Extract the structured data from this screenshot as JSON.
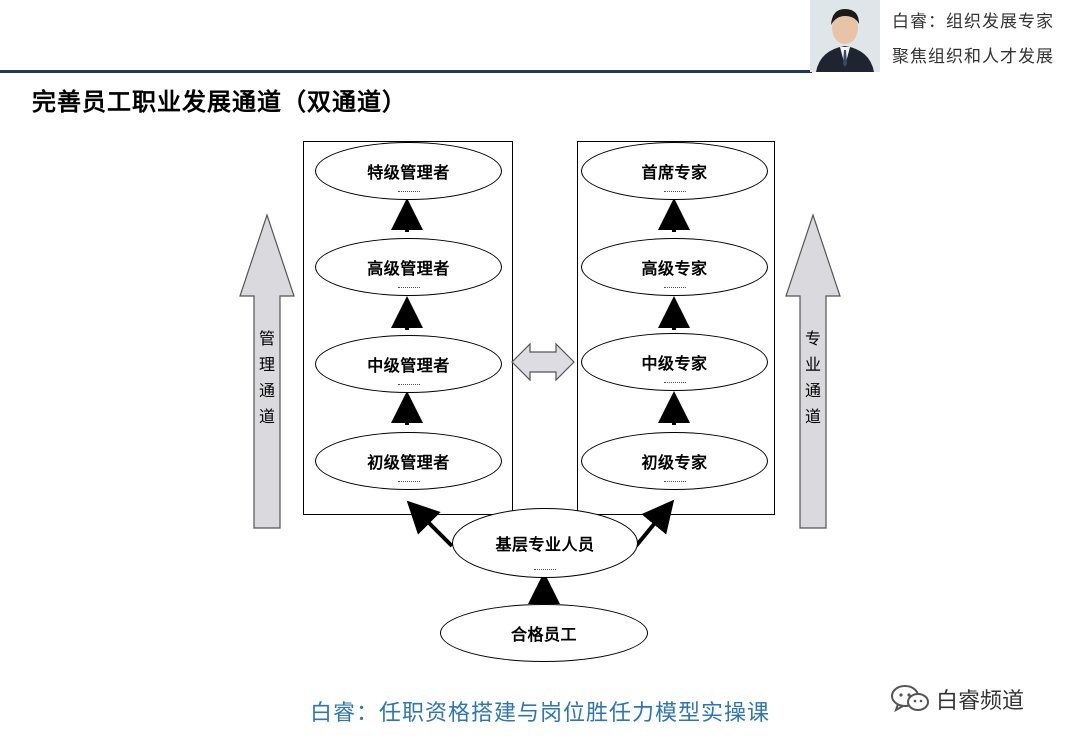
{
  "header": {
    "author_line1": "白睿：组织发展专家",
    "author_line2": "聚焦组织和人才发展"
  },
  "page_title": "完善员工职业发展通道（双通道）",
  "diagram": {
    "management_track": {
      "label": "管理通道",
      "levels": [
        "特级管理者",
        "高级管理者",
        "中级管理者",
        "初级管理者"
      ]
    },
    "professional_track": {
      "label": "专业通道",
      "levels": [
        "首席专家",
        "高级专家",
        "中级专家",
        "初级专家"
      ]
    },
    "base_level": "基层专业人员",
    "entry_level": "合格员工"
  },
  "footer": {
    "course_title": "白睿：任职资格搭建与岗位胜任力模型实操课",
    "channel_name": "白睿频道"
  }
}
